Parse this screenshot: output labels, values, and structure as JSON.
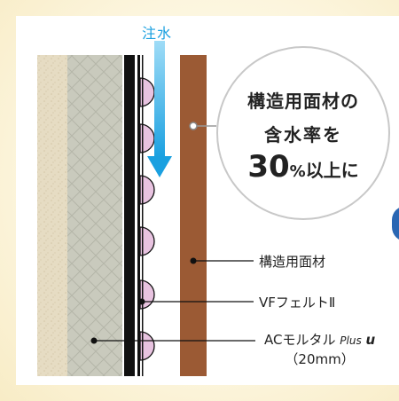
{
  "water_label": "注水",
  "callout": {
    "line1": "構造用面材の",
    "line2": "含水率を",
    "value": "30",
    "percent": "%",
    "suffix": "以上に"
  },
  "labels": {
    "structural_board": "構造用面材",
    "vf_felt": "VFフェルトⅡ",
    "ac_mortar_main": "ACモルタル",
    "ac_mortar_plus": "Plus",
    "ac_mortar_u": "u",
    "ac_mortar_size": "（20mm）"
  },
  "colors": {
    "water_arrow": "#1aa0e0",
    "wood": "#9b5a34",
    "mortar": "#c9cabd",
    "plaster": "#e6dcc3",
    "bumps": "#e8c3e0",
    "badge": "#2b67b3"
  }
}
